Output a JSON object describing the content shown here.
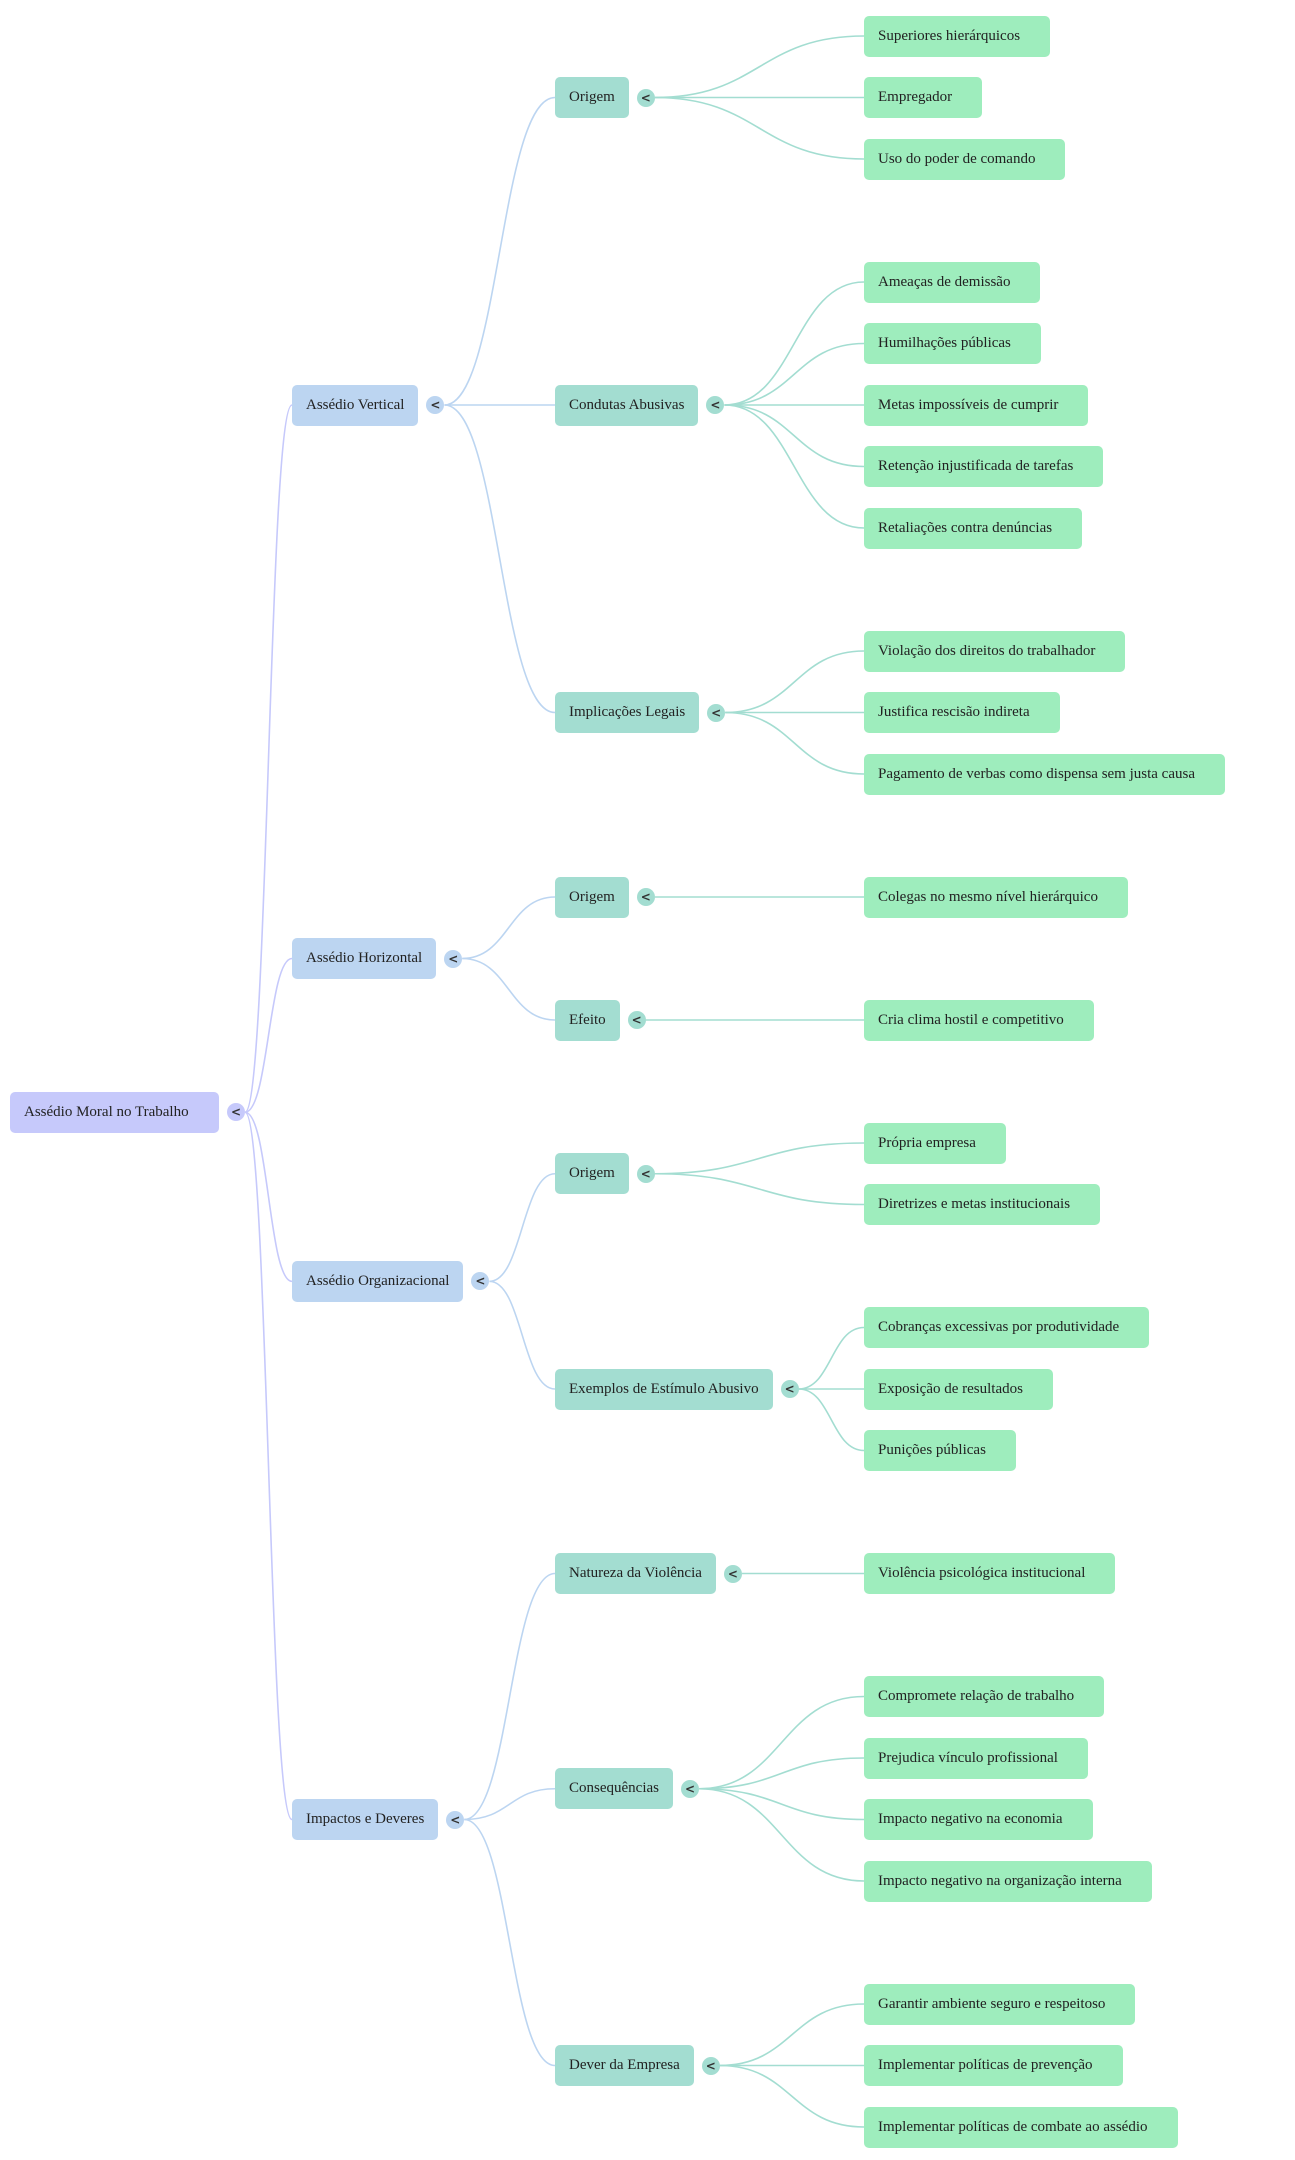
{
  "mindmap": {
    "root": {
      "label": "Assédio Moral no Trabalho",
      "children": [
        {
          "label": "Assédio Vertical",
          "children": [
            {
              "label": "Origem",
              "children": [
                "Superiores hierárquicos",
                "Empregador",
                "Uso do poder de comando"
              ]
            },
            {
              "label": "Condutas Abusivas",
              "children": [
                "Ameaças de demissão",
                "Humilhações públicas",
                "Metas impossíveis de cumprir",
                "Retenção injustificada de tarefas",
                "Retaliações contra denúncias"
              ]
            },
            {
              "label": "Implicações Legais",
              "children": [
                "Violação dos direitos do trabalhador",
                "Justifica rescisão indireta",
                "Pagamento de verbas como dispensa sem justa causa"
              ]
            }
          ]
        },
        {
          "label": "Assédio Horizontal",
          "children": [
            {
              "label": "Origem",
              "children": [
                "Colegas no mesmo nível hierárquico"
              ]
            },
            {
              "label": "Efeito",
              "children": [
                "Cria clima hostil e competitivo"
              ]
            }
          ]
        },
        {
          "label": "Assédio Organizacional",
          "children": [
            {
              "label": "Origem",
              "children": [
                "Própria empresa",
                "Diretrizes e metas institucionais"
              ]
            },
            {
              "label": "Exemplos de Estímulo Abusivo",
              "children": [
                "Cobranças excessivas por produtividade",
                "Exposição de resultados",
                "Punições públicas"
              ]
            }
          ]
        },
        {
          "label": "Impactos e Deveres",
          "children": [
            {
              "label": "Natureza da Violência",
              "children": [
                "Violência psicológica institucional"
              ]
            },
            {
              "label": "Consequências",
              "children": [
                "Compromete relação de trabalho",
                "Prejudica vínculo profissional",
                "Impacto negativo na economia",
                "Impacto negativo na organização interna"
              ]
            },
            {
              "label": "Dever da Empresa",
              "children": [
                "Garantir ambiente seguro e respeitoso",
                "Implementar políticas de prevenção",
                "Implementar políticas de combate ao assédio"
              ]
            }
          ]
        }
      ]
    },
    "toggle_glyph": "<",
    "icons": {
      "toggle": "collapse-chevron-left-icon"
    },
    "colors": {
      "root": "#c6c9fb",
      "level1": "#bcd5f1",
      "level2": "#a3ddd1",
      "leaf": "#9eedbd",
      "root_link": "#c6c9fb",
      "level1_link": "#bcd5f1",
      "level2_link": "#a3ddd1"
    }
  }
}
